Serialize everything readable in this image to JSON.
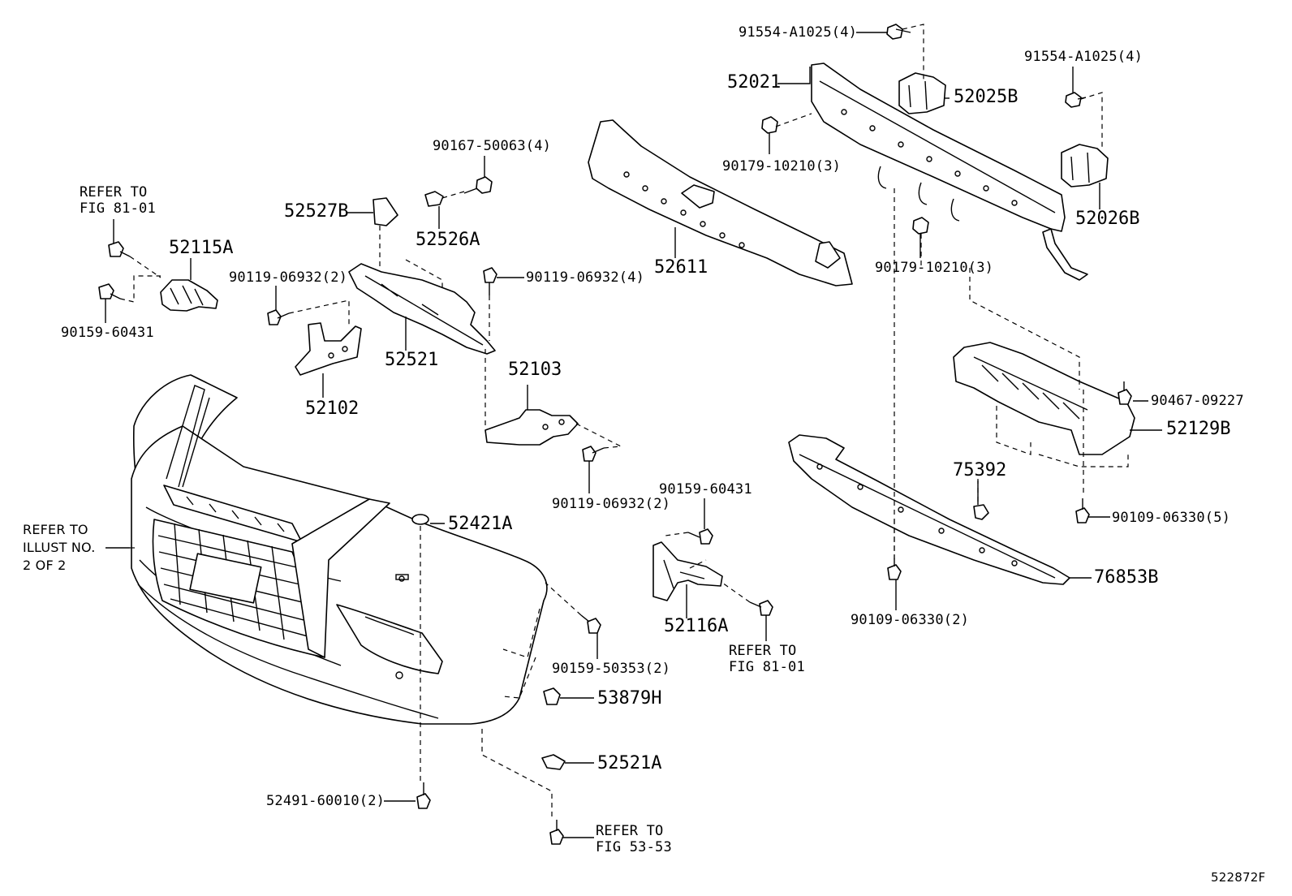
{
  "diagram": {
    "part_labels": {
      "p_91554_top": "91554-A1025(4)",
      "p_91554_right": "91554-A1025(4)",
      "p_52021": "52021",
      "p_52025b": "52025B",
      "p_90179_left": "90179-10210(3)",
      "p_90179_right": "90179-10210(3)",
      "p_52026b": "52026B",
      "p_90167": "90167-50063(4)",
      "p_52527b": "52527B",
      "p_52526a": "52526A",
      "p_52611": "52611",
      "p_52115a": "52115A",
      "p_90159_60431_left": "90159-60431",
      "p_90119_2": "90119-06932(2)",
      "p_90119_4": "90119-06932(4)",
      "p_52521": "52521",
      "p_52102": "52102",
      "p_52103": "52103",
      "p_90119_2b": "90119-06932(2)",
      "p_90467": "90467-09227",
      "p_52129b": "52129B",
      "p_75392": "75392",
      "p_90109_5": "90109-06330(5)",
      "p_76853b": "76853B",
      "p_90109_2": "90109-06330(2)",
      "p_90159_60431_mid": "90159-60431",
      "p_52116a": "52116A",
      "p_52421a": "52421A",
      "p_90159_50353": "90159-50353(2)",
      "p_53879h": "53879H",
      "p_52521a": "52521A",
      "p_52491": "52491-60010(2)"
    },
    "refer_notes": {
      "fig_81_01_left": "REFER TO\nFIG 81-01",
      "fig_81_01_mid": "REFER TO\nFIG 81-01",
      "fig_53_53": "REFER TO\nFIG 53-53",
      "illust_2_of_2": "REFER TO\nILLUST NO.\n2 OF 2"
    },
    "drawing_number": "522872F"
  }
}
